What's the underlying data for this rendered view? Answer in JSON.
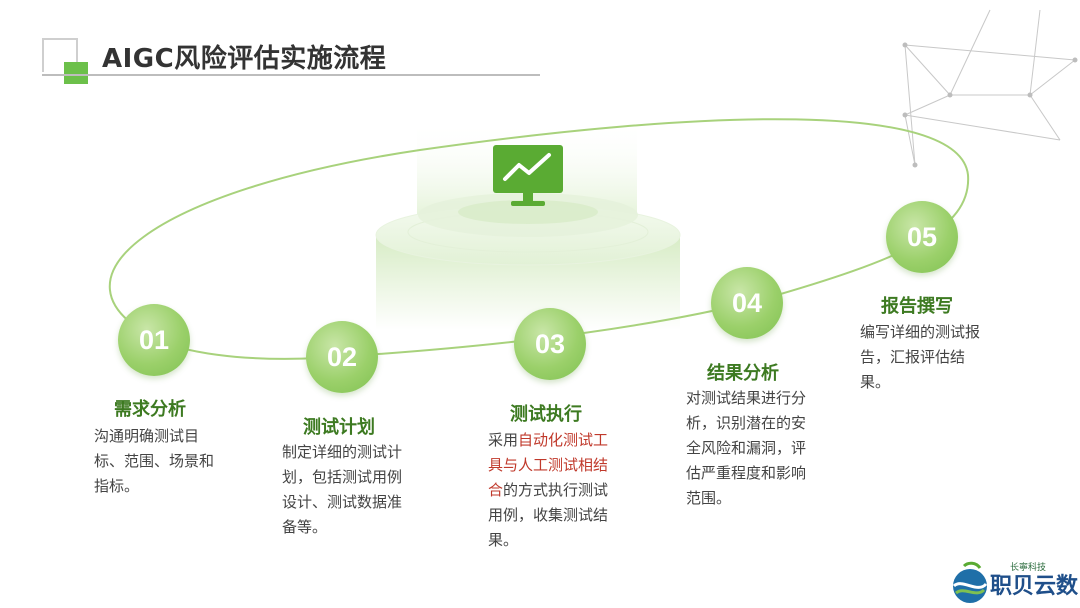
{
  "header": {
    "title": "AIGC风险评估实施流程"
  },
  "steps": [
    {
      "number": "01",
      "title": "需求分析",
      "desc": "沟通明确测试目标、范围、场景和指标。"
    },
    {
      "number": "02",
      "title": "测试计划",
      "desc": "制定详细的测试计划，包括测试用例设计、测试数据准备等。"
    },
    {
      "number": "03",
      "title": "测试执行",
      "desc_pre": "采用",
      "desc_highlight": "自动化测试工具与人工测试相结合",
      "desc_post": "的方式执行测试用例，收集测试结果。"
    },
    {
      "number": "04",
      "title": "结果分析",
      "desc": "对测试结果进行分析，识别潜在的安全风险和漏洞，评估严重程度和影响范围。"
    },
    {
      "number": "05",
      "title": "报告撰写",
      "desc": "编写详细的测试报告，汇报评估结果。"
    }
  ],
  "logo": {
    "small": "长寧科技",
    "big": "职贝云数"
  },
  "colors": {
    "accent": "#6cc04a",
    "title_green": "#3d7a21",
    "highlight": "#c0392b"
  },
  "icons": {
    "center": "monitor-chart-icon"
  }
}
